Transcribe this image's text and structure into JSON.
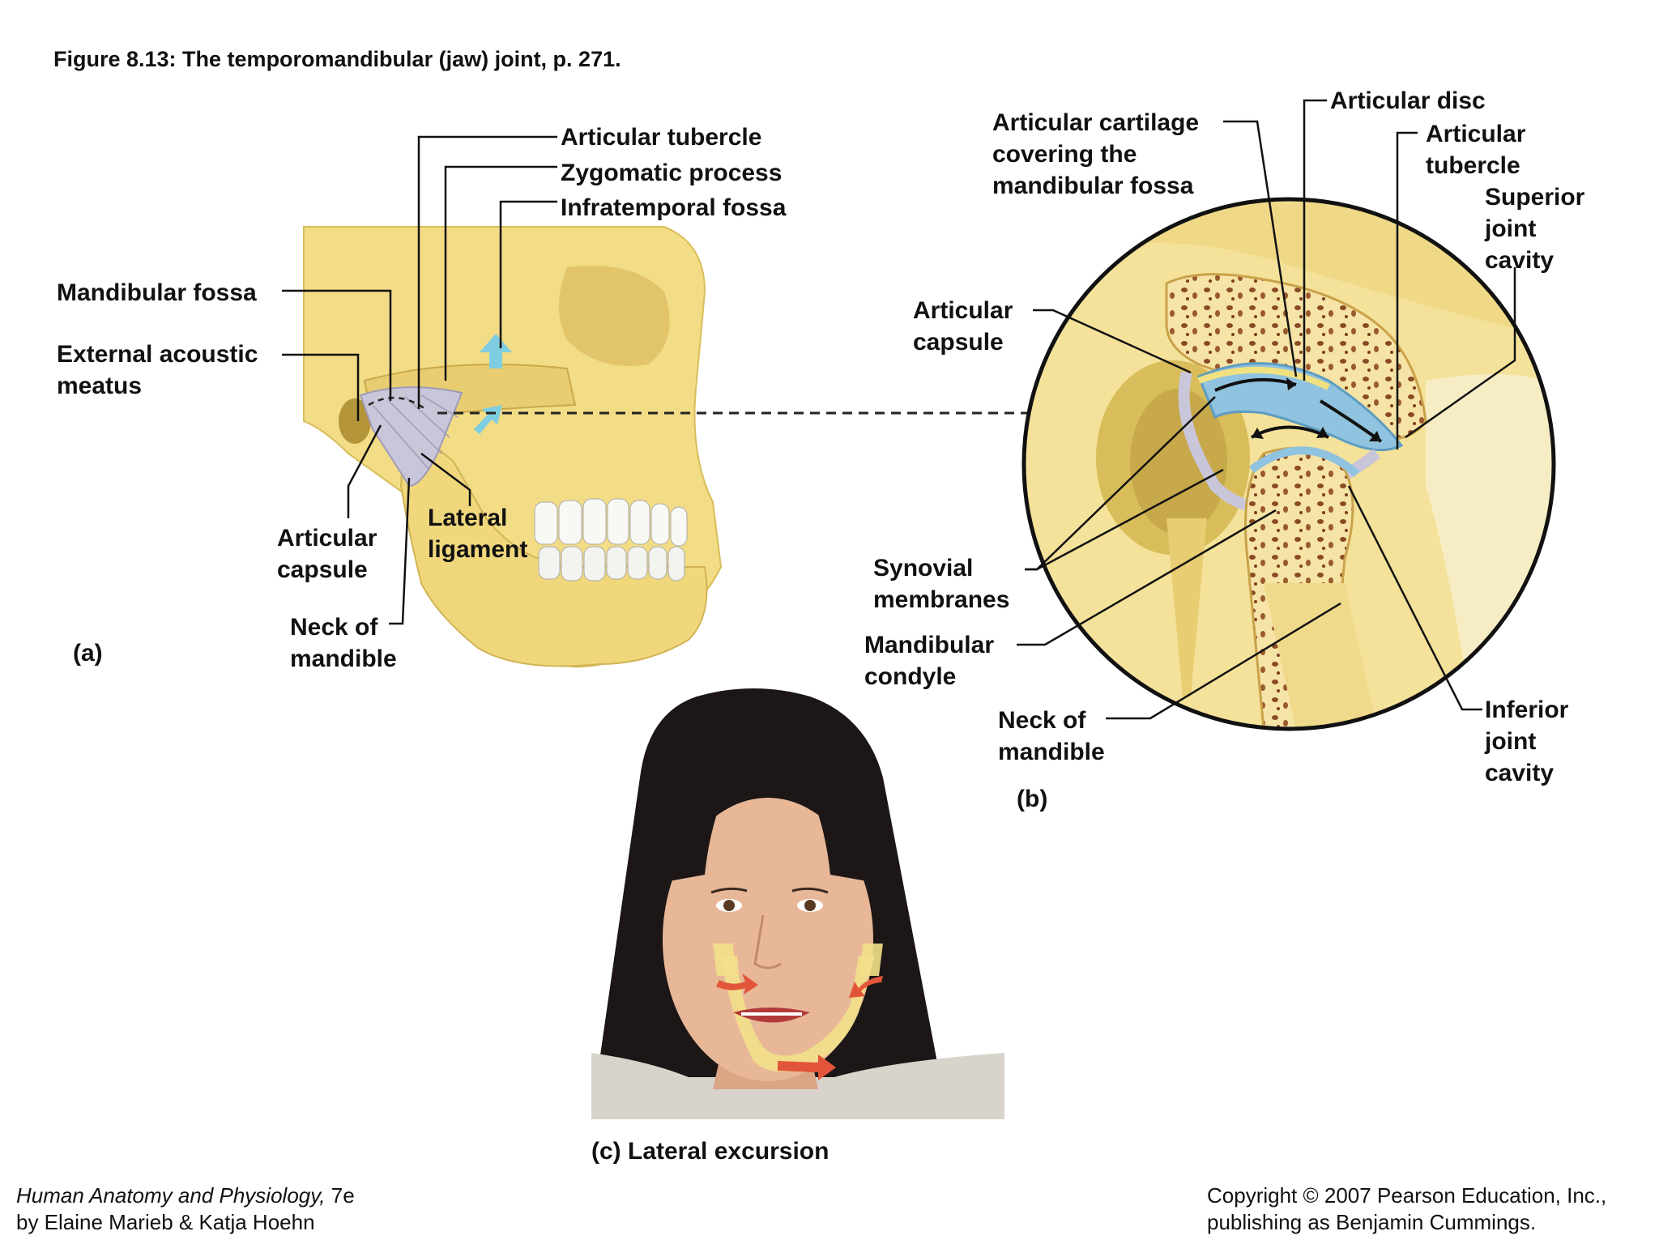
{
  "title": "Figure 8.13:  The temporomandibular (jaw) joint, p. 271.",
  "panel_a": {
    "letter": "(a)",
    "labels": {
      "articular_tubercle": "Articular tubercle",
      "zygomatic_process": "Zygomatic process",
      "infratemporal_fossa": "Infratemporal fossa",
      "mandibular_fossa": "Mandibular fossa",
      "external_acoustic_meatus": "External acoustic\nmeatus",
      "articular_capsule": "Articular\ncapsule",
      "lateral_ligament": "Lateral\nligament",
      "neck_of_mandible": "Neck of\nmandible"
    }
  },
  "panel_b": {
    "letter": "(b)",
    "labels": {
      "articular_cartilage": "Articular cartilage\ncovering the\nmandibular fossa",
      "articular_disc": "Articular disc",
      "articular_tubercle": "Articular\ntubercle",
      "superior_joint_cavity": "Superior\njoint\ncavity",
      "articular_capsule": "Articular\ncapsule",
      "synovial_membranes": "Synovial\nmembranes",
      "mandibular_condyle": "Mandibular\ncondyle",
      "neck_of_mandible": "Neck of\nmandible",
      "inferior_joint_cavity": "Inferior\njoint\ncavity"
    }
  },
  "panel_c": {
    "caption": "(c)  Lateral excursion"
  },
  "footer": {
    "book_title": "Human Anatomy and Physiology,",
    "edition": " 7e",
    "authors": "by Elaine Marieb & Katja Hoehn",
    "copyright_line1": "Copyright © 2007 Pearson Education, Inc.,",
    "copyright_line2": "publishing as Benjamin Cummings."
  },
  "colors": {
    "bone": "#f2dc86",
    "bone_shadow": "#d9bd5a",
    "marrow": "#8a4a25",
    "disc_blue": "#8fc3df",
    "ligament": "#c9c6da",
    "hair": "#1c1616",
    "skin": "#e7b797",
    "arrow_red": "#e2553a"
  }
}
